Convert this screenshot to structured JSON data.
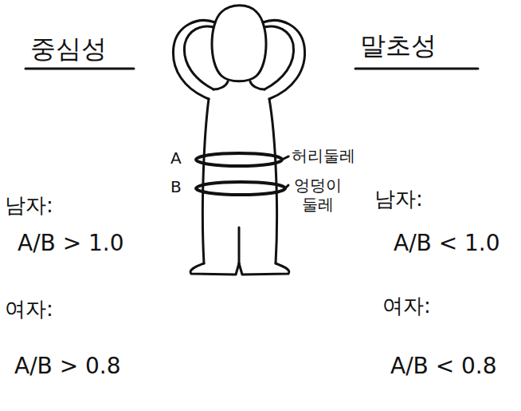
{
  "diagram": {
    "labels": [
      "중심성",
      "말초성",
      "A",
      "허리둘레",
      "B",
      "엉덩이 둘레",
      "남자:",
      "A/B > 1.0",
      "남자:",
      "A/B < 1.0",
      "여자:",
      "A/B > 0.8",
      "여자:",
      "A/B < 0.8"
    ]
  }
}
